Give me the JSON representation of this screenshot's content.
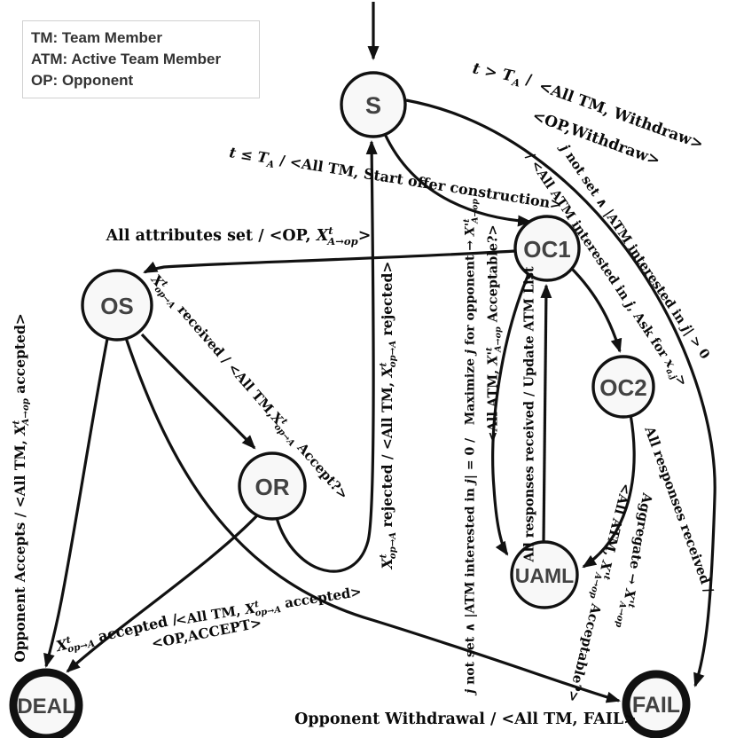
{
  "legend": {
    "lines": [
      "TM: Team Member",
      "ATM: Active Team Member",
      "OP: Opponent"
    ]
  },
  "states": {
    "s": "S",
    "oc1": "OC1",
    "oc2": "OC2",
    "uaml": "UAML",
    "os": "OS",
    "or": "OR",
    "deal": "DEAL",
    "fail": "FAIL"
  },
  "edge_labels": {
    "s_fail_guard": "t > T_{A} /",
    "s_fail_action1": "<All TM, Withdraw>",
    "s_fail_action2": "<OP,Withdraw>",
    "s_oc1": "t ≤ T_{A} / <All TM, Start offer construction>",
    "oc1_os": "All attributes set / <OP, X^{t}_{A→op}>",
    "oc1_oc2_guard": "j not set ∧ |ATM interested in j| > 0",
    "oc1_oc2_action": "/ <All ATM interested in j, Ask for x_{a,j}>",
    "oc1_uaml_line1": "j not set ∧ |ATM interested in j| = 0 /   Maximize j for opponent → X'^{t}_{A→op}",
    "oc1_uaml_line2": "<All ATM, X'^{t}_{A→op} Acceptable?>",
    "uaml_oc1": "All responses received / Update ATM List",
    "oc2_uaml_line1": "All responses received /",
    "oc2_uaml_line2": "Aggregate → X'^{t}_{A→op}",
    "oc2_uaml_line3": "<All ATM, X'^{t}_{A→op} Acceptable?>",
    "os_or": "X^{t}_{op→A} received / <All TM,X^{t}_{op→A} Accept?>",
    "or_s": "X^{t}_{op→A} rejected / <All TM, X^{t}_{op→A} rejected>",
    "os_deal": "Opponent Accepts / <All TM, X^{t}_{A→op} accepted>",
    "or_deal_guard": "X^{t}_{op→A} accepted /",
    "or_deal_action1": "<All TM, X^{t}_{op→A} accepted>",
    "or_deal_action2": "<OP,ACCEPT>",
    "os_fail": "Opponent Withdrawal / <All TM, FAIL>"
  }
}
